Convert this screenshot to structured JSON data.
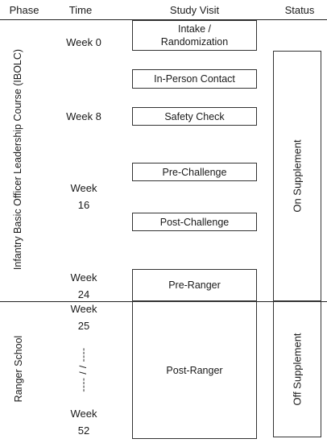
{
  "headers": {
    "phase": "Phase",
    "time": "Time",
    "study_visit": "Study Visit",
    "status": "Status"
  },
  "phases": {
    "ibolc": "Infantry Basic Officer Leadership Course (IBOLC)",
    "ranger": "Ranger School"
  },
  "times": {
    "week0": "Week 0",
    "week8": "Week 8",
    "week16_line1": "Week",
    "week16_line2": "16",
    "week24_line1": "Week",
    "week24_line2": "24",
    "week25_line1": "Week",
    "week25_line2": "25",
    "ellipsis": "---- / / ----",
    "week52_line1": "Week",
    "week52_line2": "52"
  },
  "visits": {
    "intake_line1": "Intake /",
    "intake_line2": "Randomization",
    "in_person": "In-Person Contact",
    "safety": "Safety Check",
    "pre_challenge": "Pre-Challenge",
    "post_challenge": "Post-Challenge",
    "pre_ranger": "Pre-Ranger",
    "post_ranger": "Post-Ranger"
  },
  "status": {
    "on": "On Supplement",
    "off": "Off Supplement"
  }
}
